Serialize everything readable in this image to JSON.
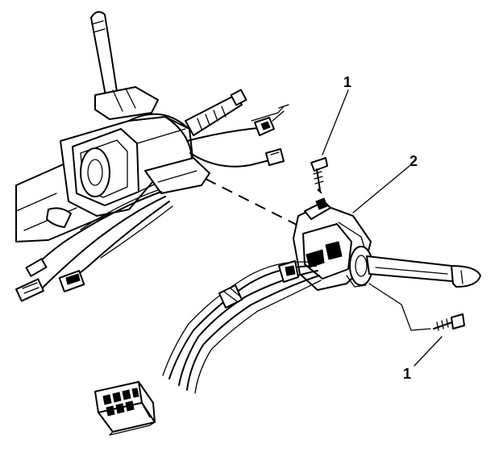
{
  "callouts": [
    {
      "id": "screw-top",
      "label": "1"
    },
    {
      "id": "switch",
      "label": "2"
    },
    {
      "id": "screw-bottom",
      "label": "1"
    }
  ]
}
